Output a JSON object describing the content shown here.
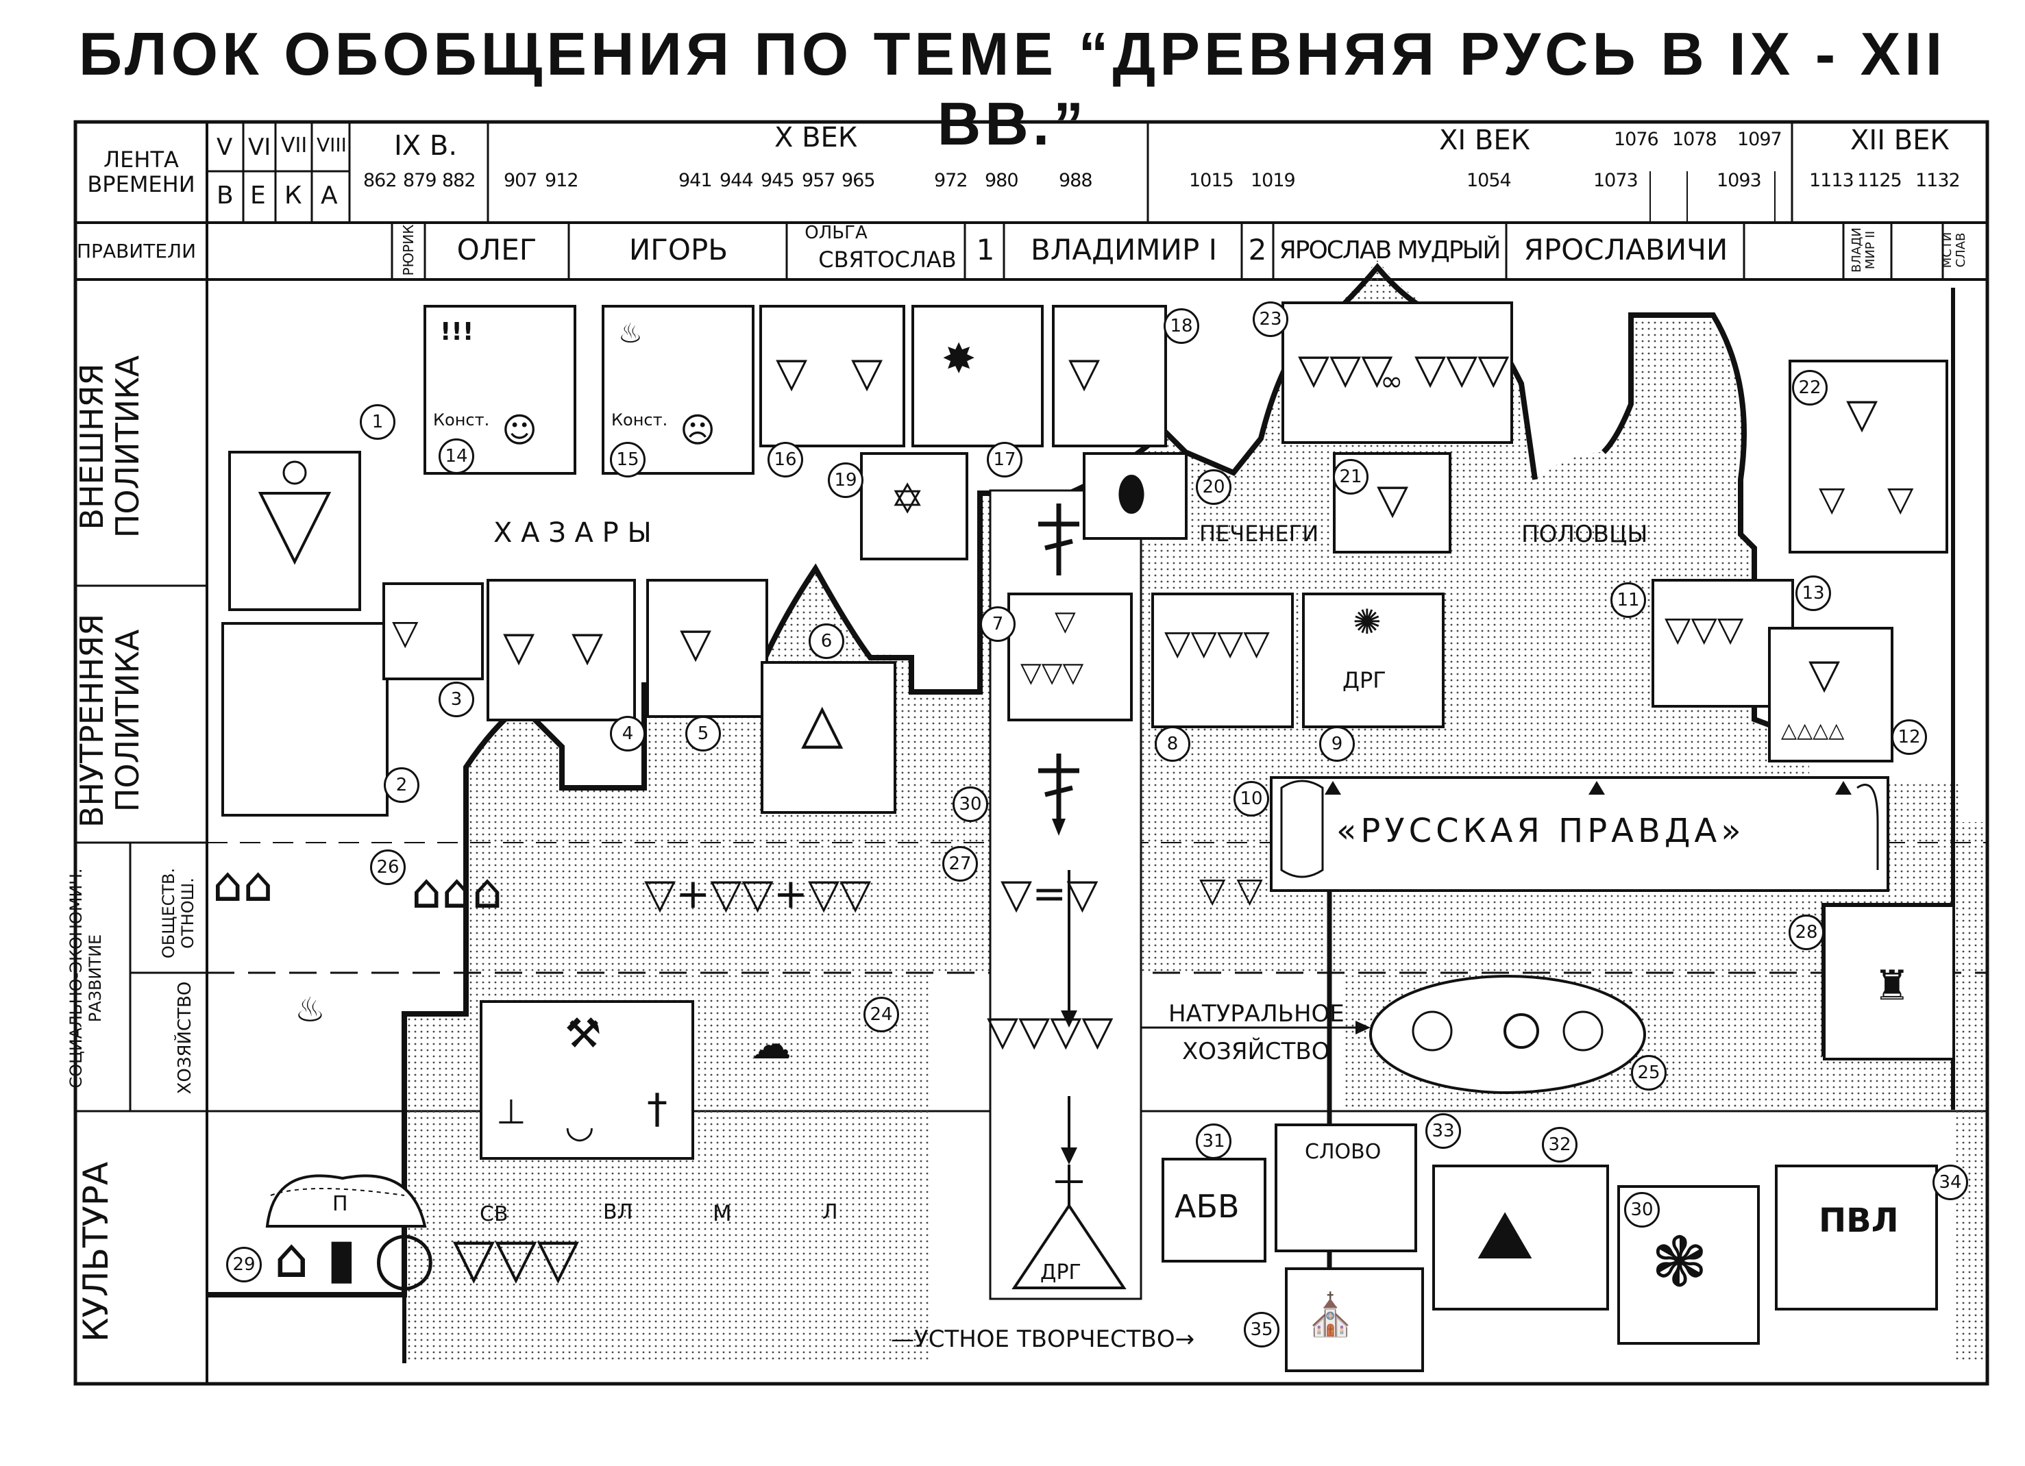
{
  "title": "БЛОК ОБОБЩЕНИЯ ПО ТЕМЕ “ДРЕВНЯЯ РУСЬ В IX - XII ВВ.”",
  "rows": {
    "timeline": "ЛЕНТА ВРЕМЕНИ",
    "rulers": "ПРАВИТЕЛИ",
    "foreign": "ВНЕШНЯЯ ПОЛИТИКА",
    "domestic": "ВНУТРЕННЯЯ ПОЛИТИКА",
    "socio": "СОЦИАЛЬНО-ЭКОНОМИЧ. РАЗВИТИЕ",
    "social_rel": "ОБЩЕСТВ. ОТНОШ.",
    "economy": "ХОЗЯЙСТВО",
    "culture": "КУЛЬТУРА"
  },
  "early_centuries": [
    "V",
    "VI",
    "VII",
    "VIII"
  ],
  "veka_letters": [
    "В",
    "Е",
    "К",
    "А"
  ],
  "centuries": {
    "c9": "IX В.",
    "c10": "X ВЕК",
    "c11": "XI ВЕК",
    "c12": "XII ВЕК"
  },
  "years": [
    "862",
    "879",
    "882",
    "907",
    "912",
    "941",
    "944",
    "945",
    "957",
    "965",
    "972",
    "980",
    "988",
    "1015",
    "1019",
    "1054",
    "1073",
    "1076",
    "1078",
    "1097",
    "1093",
    "1113",
    "1125",
    "1132"
  ],
  "rulers": {
    "rurik": "РЮРИК",
    "oleg": "ОЛЕГ",
    "igor": "ИГОРЬ",
    "olga": "ОЛЬГА",
    "svyatoslav": "СВЯТОСЛАВ",
    "one": "1",
    "vladimir": "ВЛАДИМИР I",
    "two": "2",
    "yaroslav": "ЯРОСЛАВ МУДРЫЙ",
    "yaroslavichi": "ЯРОСЛАВИЧИ",
    "vladimir2": "ВЛАДИ МИР II",
    "mstislav": "МСТИ СЛАВ"
  },
  "labels": {
    "khazary": "Х А З А Р Ы",
    "pechenegi": "ПЕЧЕНЕГИ",
    "polovtsy": "ПОЛОВЦЫ",
    "russkaya_pravda": "«РУССКАЯ ПРАВДА»",
    "naturalnoe": "НАТУРАЛЬНОЕ",
    "khozyaystvo": "ХОЗЯЙСТВО",
    "ustnoe": "—УСТНОЕ ТВОРЧЕСТВО→",
    "konst": "Конст.",
    "drg": "ДРГ",
    "pvl": "ПВЛ",
    "slovo": "СЛОВО",
    "abv": "АБВ",
    "gods": [
      "П",
      "СВ",
      "ВЛ",
      "М",
      "Л"
    ]
  },
  "markers": [
    "1",
    "2",
    "3",
    "4",
    "5",
    "6",
    "7",
    "8",
    "9",
    "10",
    "11",
    "12",
    "13",
    "14",
    "15",
    "16",
    "17",
    "18",
    "19",
    "20",
    "21",
    "22",
    "23",
    "24",
    "25",
    "26",
    "27",
    "28",
    "29",
    "30",
    "31",
    "32",
    "33",
    "34",
    "35"
  ]
}
